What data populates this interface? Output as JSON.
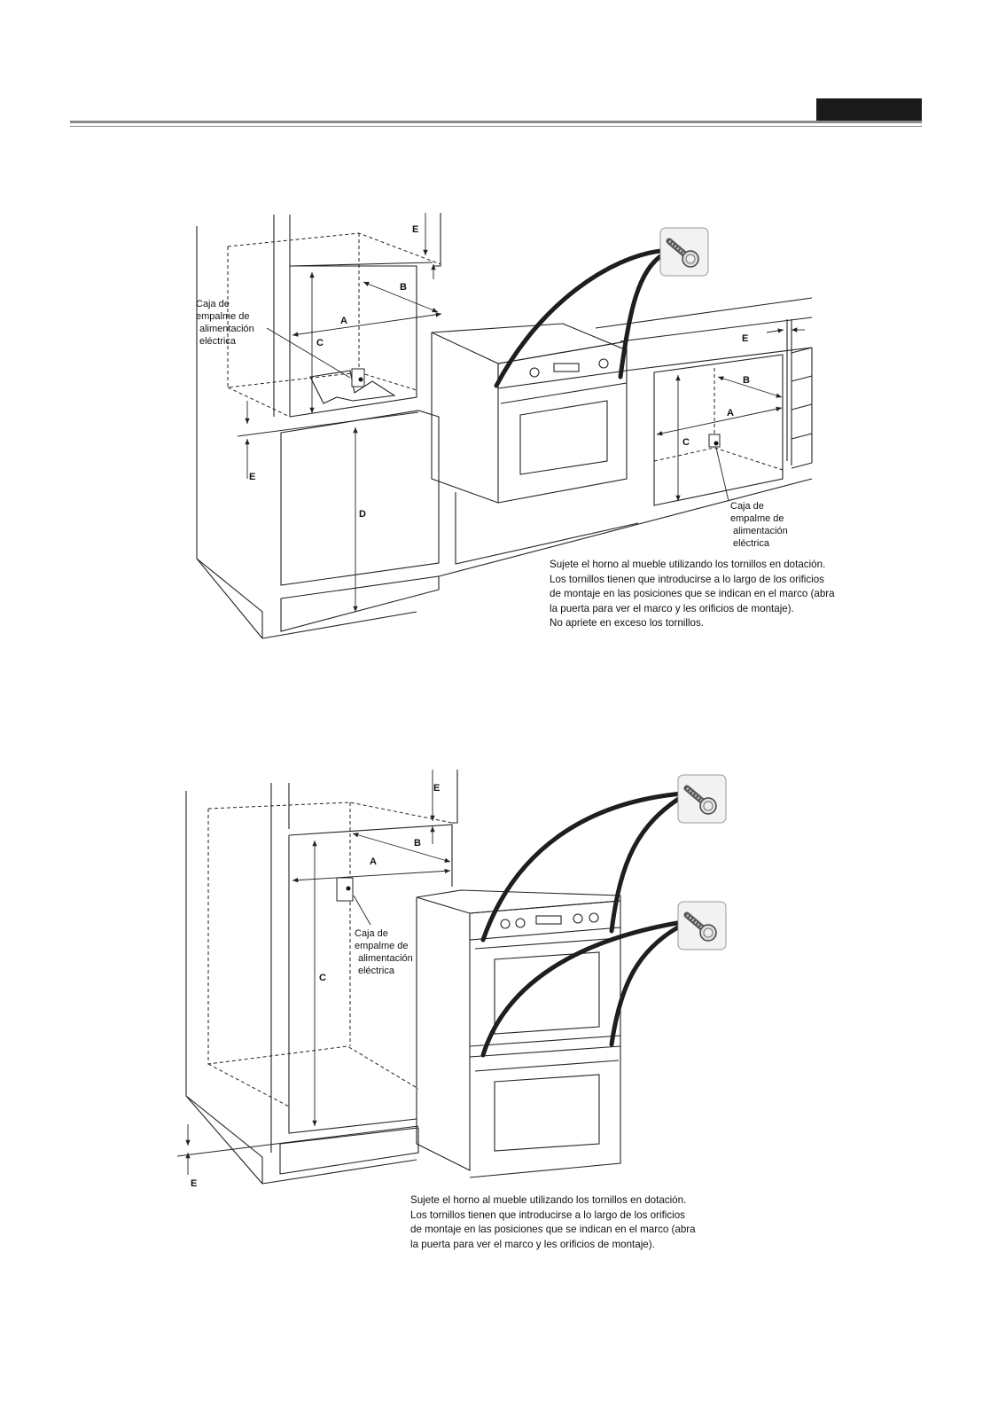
{
  "colors": {
    "ink": "#111111",
    "header_tab": "#1a1a1a",
    "rule": "#8a8a8a",
    "figure_bg": "#ffffff"
  },
  "figure1": {
    "labels": {
      "A": "A",
      "B": "B",
      "C": "C",
      "D": "D",
      "E": "E"
    },
    "junction_box_left": [
      "Caja de",
      "empalme de",
      "alimentación",
      "eléctrica"
    ],
    "junction_box_right": [
      "Caja de",
      "empalme de",
      "alimentación",
      "eléctrica"
    ],
    "note": [
      "Sujete el horno al mueble utilizando los tornillos en dotación.",
      "Los tornillos tienen que introducirse  a lo largo de los orificios",
      "de montaje en las posiciones que se indican en el marco (abra",
      "la puerta para ver el marco y les orificios de montaje).",
      "No apriete en exceso los tornillos."
    ],
    "icons": [
      "screw-icon"
    ]
  },
  "figure2": {
    "labels": {
      "A": "A",
      "B": "B",
      "C": "C",
      "E": "E"
    },
    "junction_box": [
      "Caja de",
      "empalme de",
      "alimentación",
      "eléctrica"
    ],
    "note": [
      "Sujete el horno al mueble utilizando los tornillos en dotación.",
      "Los tornillos tienen que introducirse  a lo largo de los orificios",
      "de montaje en las posiciones que se indican en el marco (abra",
      "la puerta para ver el marco y les orificios de montaje)."
    ],
    "icons": [
      "screw-icon",
      "screw-icon"
    ]
  }
}
